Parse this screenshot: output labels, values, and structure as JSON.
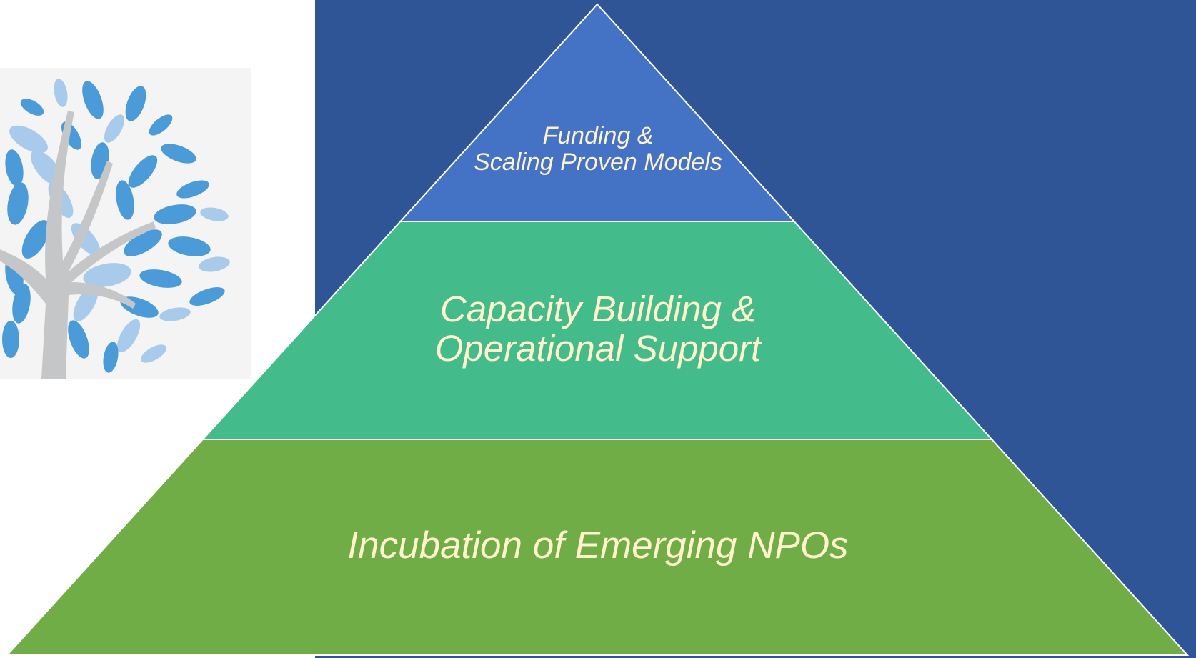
{
  "colors": {
    "background_panel": "#2F5597",
    "tier_top": "#4472C4",
    "tier_middle": "#43BB8B",
    "tier_bottom": "#70AD47",
    "tier_border": "#FFFFFF",
    "label_text": "#FFF2CC",
    "tree_panel": "#F4F4F5",
    "tree_trunk": "#C5C6C8",
    "leaf_dark": "#4A9BD8",
    "leaf_light": "#A9CBEB"
  },
  "illustration": {
    "icon": "tree-icon"
  },
  "pyramid": {
    "tiers": [
      {
        "id": "top",
        "lines": [
          "Funding &",
          "Scaling Proven Models"
        ]
      },
      {
        "id": "middle",
        "lines": [
          "Capacity Building &",
          "Operational Support"
        ]
      },
      {
        "id": "bottom",
        "lines": [
          "Incubation of Emerging NPOs"
        ]
      }
    ]
  }
}
